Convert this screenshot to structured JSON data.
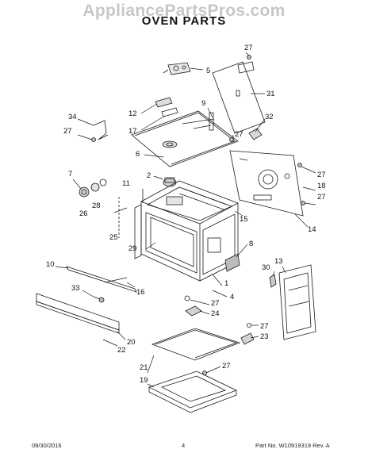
{
  "header": {
    "watermark": "AppliancePartsPros.com",
    "title": "OVEN PARTS"
  },
  "footer": {
    "date": "09/30/2016",
    "page": "4",
    "part": "Part No. W10919319  Rev. A"
  },
  "callouts": {
    "c1": "1",
    "c2": "2",
    "c4": "4",
    "c5": "5",
    "c6": "6",
    "c7": "7",
    "c8": "8",
    "c9": "9",
    "c10": "10",
    "c11": "11",
    "c12": "12",
    "c13": "13",
    "c14": "14",
    "c15": "15",
    "c16": "16",
    "c17": "17",
    "c18": "18",
    "c19": "19",
    "c20": "20",
    "c21": "21",
    "c22": "22",
    "c23": "23",
    "c24": "24",
    "c25": "25",
    "c26": "26",
    "c27": "27",
    "c28": "28",
    "c29": "29",
    "c30": "30",
    "c31": "31",
    "c32": "32",
    "c33": "33",
    "c34": "34"
  },
  "colors": {
    "line": "#1a1a1a",
    "watermark": "#c7c7c7"
  }
}
